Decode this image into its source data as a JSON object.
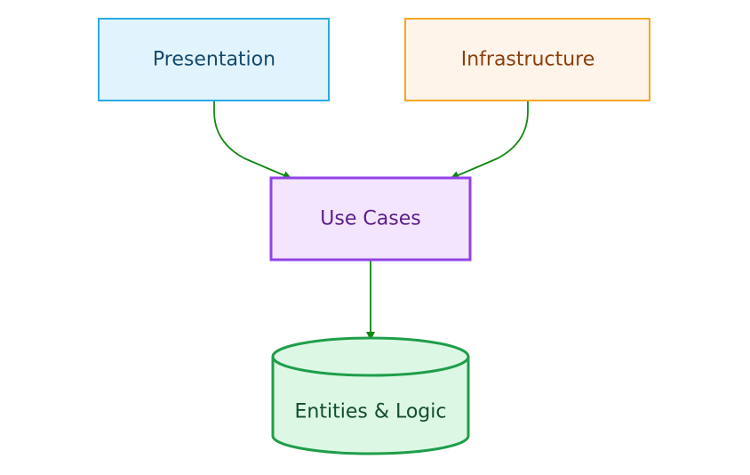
{
  "diagram": {
    "type": "flowchart",
    "nodes": [
      {
        "id": "presentation",
        "label": "Presentation",
        "shape": "rect",
        "fill": "#e1f3fd",
        "stroke": "#29abe2",
        "text_color": "#164a6e"
      },
      {
        "id": "infrastructure",
        "label": "Infrastructure",
        "shape": "rect",
        "fill": "#fef4ea",
        "stroke": "#f5a623",
        "text_color": "#8a3e0a"
      },
      {
        "id": "usecases",
        "label": "Use Cases",
        "shape": "rect",
        "fill": "#f3e5fd",
        "stroke": "#9342e8",
        "text_color": "#5b1e8c"
      },
      {
        "id": "entities",
        "label": "Entities & Logic",
        "shape": "cylinder",
        "fill": "#dcf8e5",
        "stroke": "#1f9e4a",
        "text_color": "#134d2c"
      }
    ],
    "edges": [
      {
        "from": "presentation",
        "to": "usecases",
        "color": "#118811"
      },
      {
        "from": "infrastructure",
        "to": "usecases",
        "color": "#118811"
      },
      {
        "from": "usecases",
        "to": "entities",
        "color": "#118811"
      }
    ]
  }
}
